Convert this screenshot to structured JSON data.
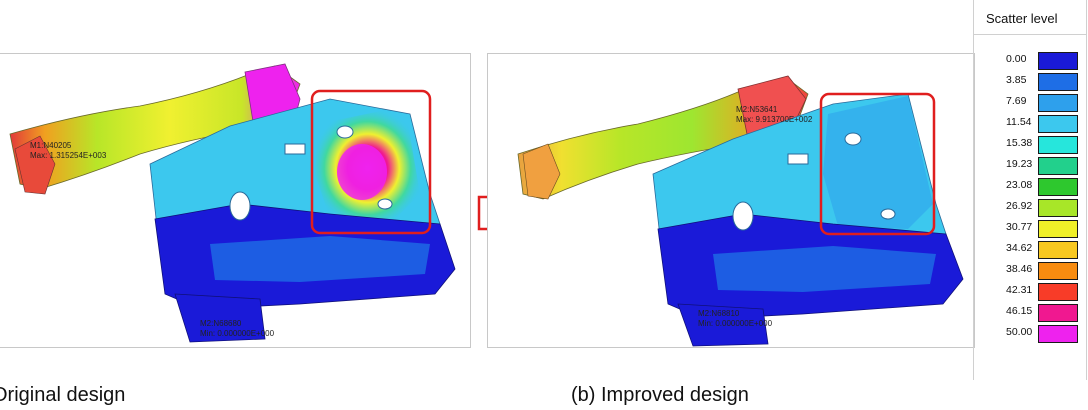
{
  "panel_a": {
    "label_max_id": "M1:N40205",
    "label_max": "Max: 1.315254E+003",
    "label_min_id": "M2:N68680",
    "label_min": "Min: 0.000000E+000",
    "caption": "Original design"
  },
  "panel_b": {
    "label_max_id": "M2:N53641",
    "label_max": "Max: 9.913700E+002",
    "label_min_id": "M2:N68810",
    "label_min": "Min: 0.000000E+000",
    "caption": "(b) Improved design"
  },
  "scale": {
    "title": "Scatter level",
    "levels": [
      {
        "value": "0.00",
        "color": "#1a1ad8"
      },
      {
        "value": "3.85",
        "color": "#1e6ee6"
      },
      {
        "value": "7.69",
        "color": "#2ea0ec"
      },
      {
        "value": "11.54",
        "color": "#3cc8ee"
      },
      {
        "value": "15.38",
        "color": "#26e6dc"
      },
      {
        "value": "19.23",
        "color": "#22d08c"
      },
      {
        "value": "23.08",
        "color": "#2ec82e"
      },
      {
        "value": "26.92",
        "color": "#a8e628"
      },
      {
        "value": "30.77",
        "color": "#f0f028"
      },
      {
        "value": "34.62",
        "color": "#f8c820"
      },
      {
        "value": "38.46",
        "color": "#f88c10"
      },
      {
        "value": "42.31",
        "color": "#f83c28"
      },
      {
        "value": "46.15",
        "color": "#f01890"
      },
      {
        "value": "50.00",
        "color": "#ee22ee"
      }
    ]
  },
  "colors": {
    "highlight_box": "#e01e1e",
    "arrow": "#e01e1e"
  }
}
